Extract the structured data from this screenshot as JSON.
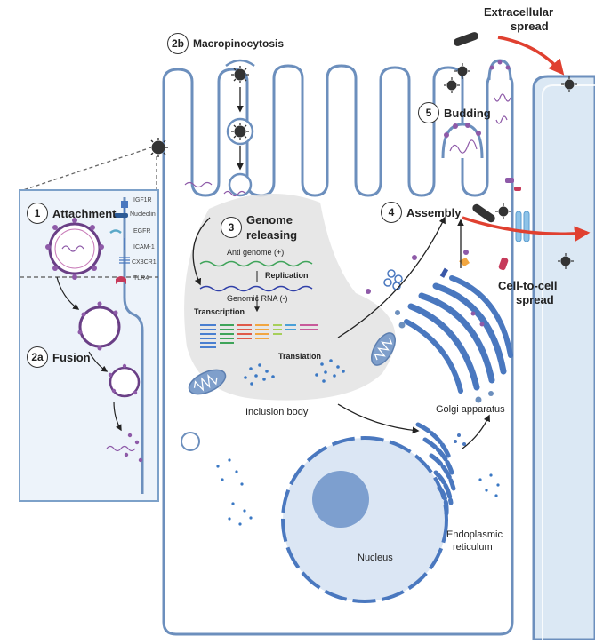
{
  "steps": {
    "s1": {
      "num": "1",
      "label": "Attachment"
    },
    "s2a": {
      "num": "2a",
      "label": "Fusion"
    },
    "s2b": {
      "num": "2b",
      "label": "Macropinocytosis"
    },
    "s3": {
      "num": "3",
      "label": "Genome",
      "label2": "releasing"
    },
    "s4": {
      "num": "4",
      "label": "Assembly"
    },
    "s5": {
      "num": "5",
      "label": "Budding"
    }
  },
  "receptors": {
    "igf1r": "IGF1R",
    "nucleolin": "Nucleolin",
    "egfr": "EGFR",
    "icam1": "ICAM-1",
    "cx3cr1": "CX3CR1",
    "tlr4": "TLR4"
  },
  "replication": {
    "anti_genome": "Anti genome (+)",
    "replication": "Replication",
    "genomic_rna": "Genomic RNA (-)",
    "transcription": "Transcription",
    "translation": "Translation"
  },
  "organelles": {
    "inclusion_body": "Inclusion body",
    "golgi": "Golgi apparatus",
    "nucleus": "Nucleus",
    "er_line1": "Endoplasmic",
    "er_line2": "reticulum"
  },
  "spread": {
    "extracellular_1": "Extracellular",
    "extracellular_2": "spread",
    "cell_to_cell_1": "Cell-to-cell",
    "cell_to_cell_2": "spread"
  },
  "colors": {
    "membrane": "#6c8fbd",
    "cytoplasm": "#ffffff",
    "neighbor_cell": "#dbe8f4",
    "inset_bg": "#edf3fa",
    "inset_border": "#7da1c9",
    "arrow_red": "#e04030",
    "virion_dark": "#333333",
    "protein_purple": "#8e5aa8",
    "inclusion_gray": "#e3e3e3"
  }
}
